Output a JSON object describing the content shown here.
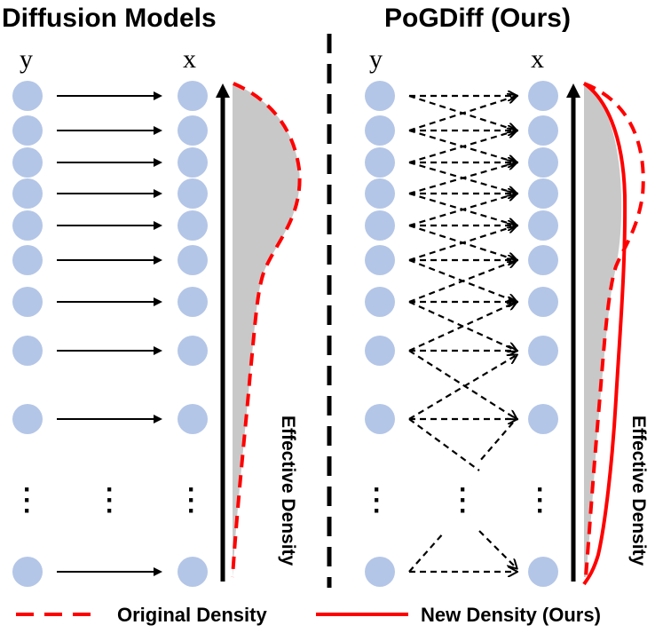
{
  "left_panel": {
    "title": "Diffusion Models",
    "y_label": "y",
    "x_label": "x",
    "axis_label": "Effective Density"
  },
  "right_panel": {
    "title": "PoGDiff (Ours)",
    "y_label": "y",
    "x_label": "x",
    "axis_label": "Effective Density"
  },
  "legend": {
    "original": "Original Density",
    "new": "New Density (Ours)"
  },
  "colors": {
    "node": "#b4c6e7",
    "original_density": "#ff0000",
    "new_density": "#ff0000",
    "fill": "#c8c8c8"
  }
}
